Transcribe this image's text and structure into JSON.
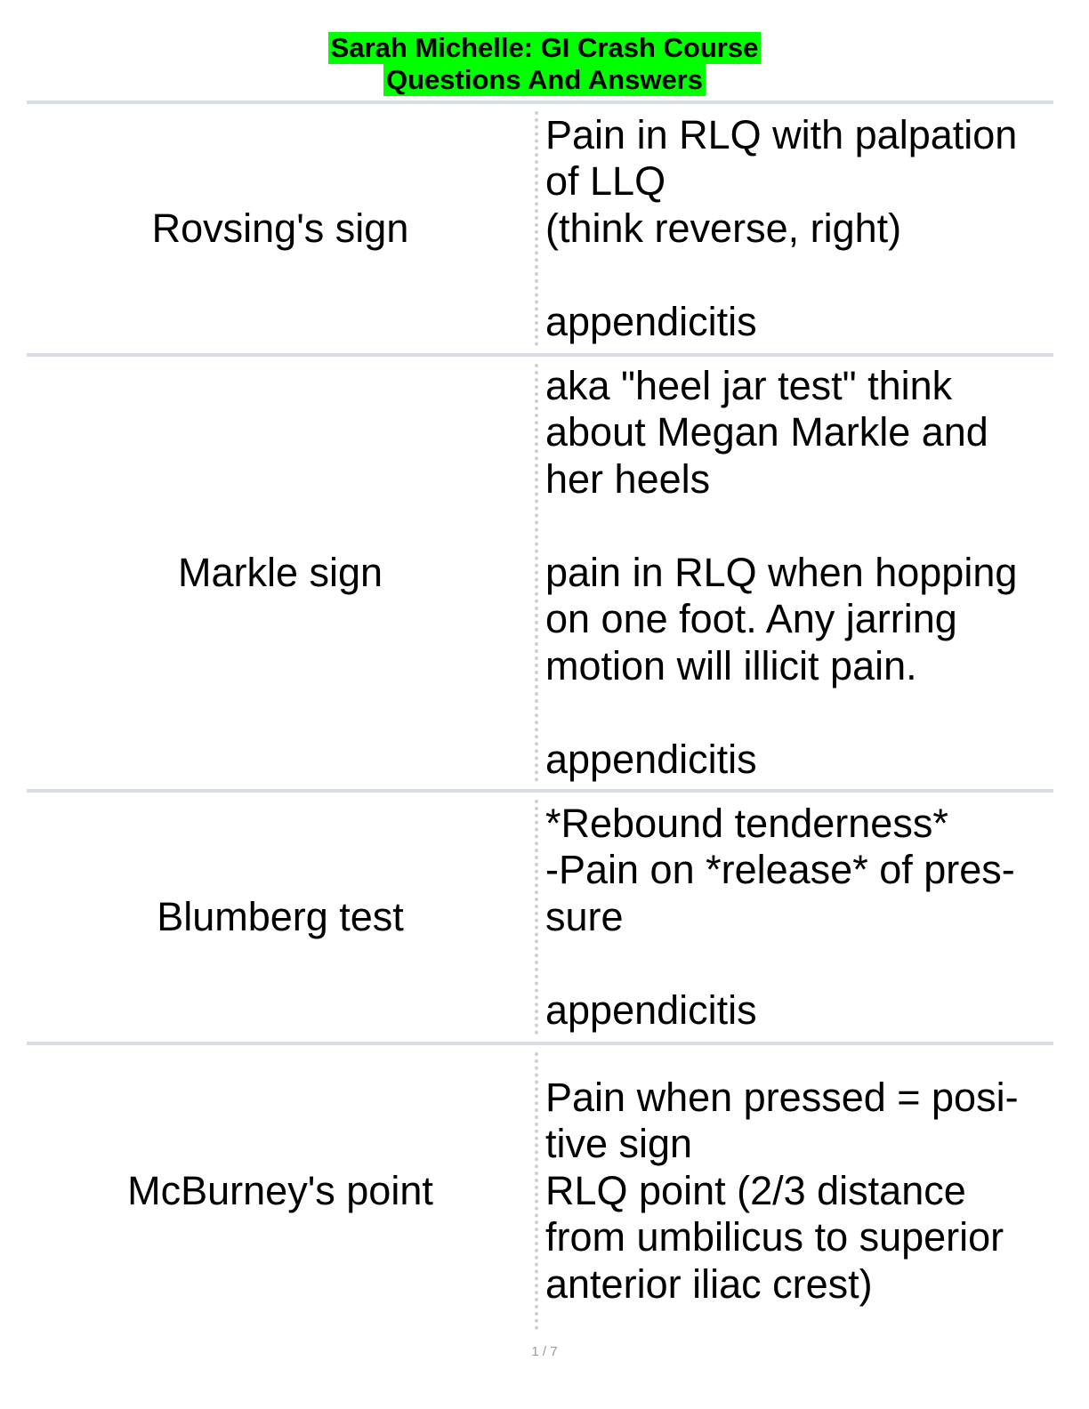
{
  "header": {
    "title_line1": "Sarah Michelle: GI Crash Course",
    "title_line2": "Questions And Answers",
    "highlight_color": "#00ff00"
  },
  "cards": [
    {
      "term": "Rovsing's sign",
      "definition": "Pain in RLQ with palpation\nof LLQ\n(think reverse, right)\n\nappendicitis"
    },
    {
      "term": "Markle sign",
      "definition": "aka \"heel jar test\" think\nabout Megan Markle and\nher heels\n\npain in RLQ when hopping\non one foot. Any jarring\nmotion will illicit pain.\n\nappendicitis"
    },
    {
      "term": "Blumberg test",
      "definition": "*Rebound tenderness*\n-Pain on *release* of pres-\nsure\n\nappendicitis"
    },
    {
      "term": "McBurney's point",
      "definition": "Pain when pressed = posi-\ntive sign\nRLQ point (2/3 distance\nfrom umbilicus to superior\nanterior iliac crest)"
    }
  ],
  "footer": {
    "page_indicator": "1 / 7"
  }
}
